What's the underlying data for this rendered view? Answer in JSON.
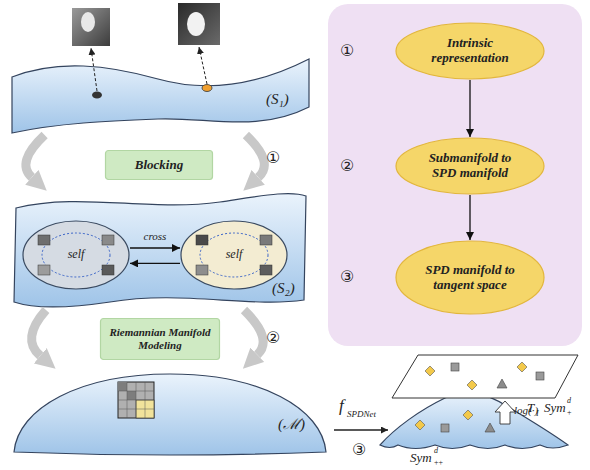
{
  "diagram": {
    "nodes": [
      {
        "text": [
          "(S₁)"
        ]
      },
      {
        "text": [
          "Blocking"
        ]
      },
      {
        "text": [
          "(S₂)"
        ]
      },
      {
        "text": [
          "self"
        ],
        "in": 2
      },
      {
        "text": [
          "self"
        ],
        "in": 2
      },
      {
        "text": [
          "Riemannian Manifold Modeling"
        ]
      },
      {
        "text": [
          "(ℳ)"
        ]
      },
      {
        "text": [
          "Intrinsic representation"
        ]
      },
      {
        "text": [
          "Submanifold to SPD manifold"
        ]
      },
      {
        "text": [
          "SPD manifold to tangent space"
        ]
      }
    ],
    "edges": [
      {
        "from": 0,
        "to": 2,
        "arrow": "to"
      },
      {
        "from": 0,
        "to": 2,
        "arrow": "to"
      },
      {
        "from": 2,
        "to": 6,
        "arrow": "to"
      },
      {
        "from": 2,
        "to": 6,
        "arrow": "to"
      },
      {
        "from": 3,
        "to": 4,
        "label": "cross",
        "arrow": "to"
      },
      {
        "from": 4,
        "to": 3,
        "arrow": "to"
      },
      {
        "from": 7,
        "to": 8,
        "arrow": "to"
      },
      {
        "from": 8,
        "to": 9,
        "arrow": "to"
      }
    ],
    "labels": [
      "①",
      "②",
      "③",
      "f",
      "SPDNet",
      "T",
      "I",
      "Sym",
      "d",
      "+",
      "Sym",
      "d",
      "++",
      "log(·)",
      "①",
      "②",
      "③"
    ]
  }
}
